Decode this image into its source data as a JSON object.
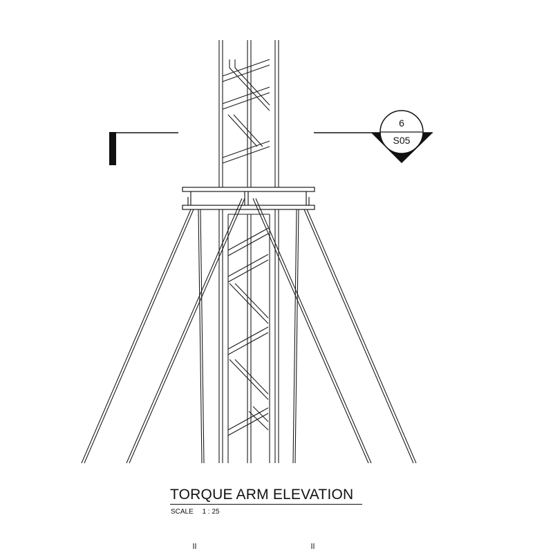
{
  "drawing": {
    "title": "TORQUE ARM ELEVATION",
    "scale_label": "SCALE",
    "scale_value": "1 : 25"
  },
  "section_marker": {
    "number": "6",
    "sheet": "S05"
  },
  "colors": {
    "line": "#1a1a1a",
    "background": "#ffffff"
  }
}
